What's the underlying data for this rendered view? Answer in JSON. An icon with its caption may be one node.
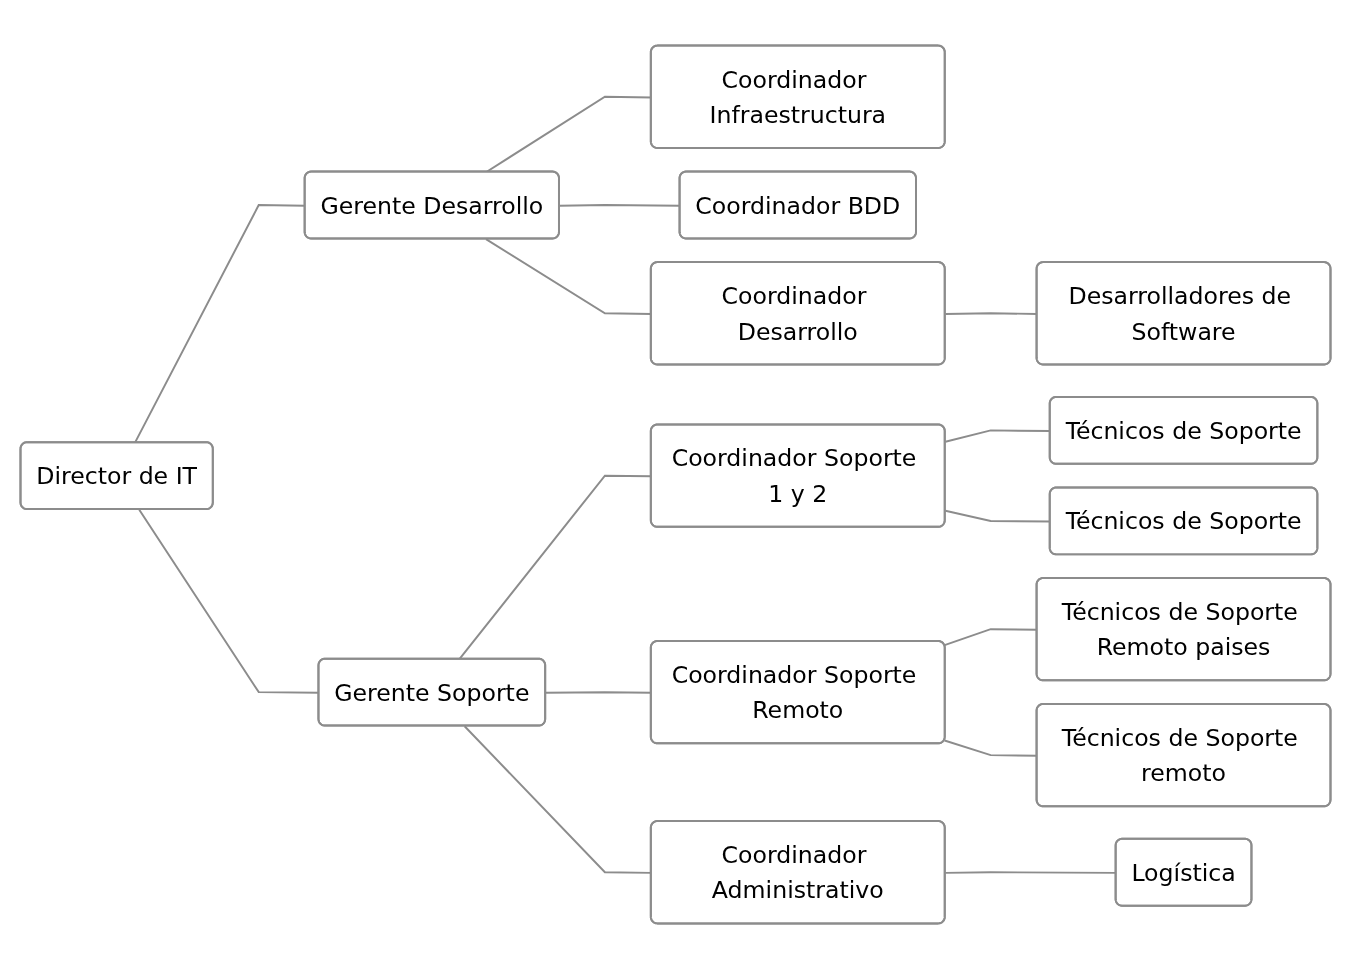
{
  "diagram": {
    "nodes": [
      {
        "text": [
          "Director de IT"
        ]
      },
      {
        "text": [
          "Gerente Desarrollo"
        ]
      },
      {
        "text": [
          "Coordinador Infraestructura"
        ]
      },
      {
        "text": [
          "Coordinador BDD"
        ]
      },
      {
        "text": [
          "Coordinador Desarrollo"
        ]
      },
      {
        "text": [
          "Desarrolladores de Software"
        ]
      },
      {
        "text": [
          "Gerente Soporte"
        ]
      },
      {
        "text": [
          "Coordinador Soporte 1 y 2"
        ]
      },
      {
        "text": [
          "Técnicos de Soporte"
        ]
      },
      {
        "text": [
          "Técnicos de Soporte"
        ]
      },
      {
        "text": [
          "Coordinador Soporte Remoto"
        ]
      },
      {
        "text": [
          "Técnicos de Soporte Remoto paises"
        ]
      },
      {
        "text": [
          "Técnicos de Soporte remoto"
        ]
      },
      {
        "text": [
          "Coordinador Administrativo"
        ]
      },
      {
        "text": [
          "Logística"
        ]
      }
    ],
    "edges": [
      {
        "from": 0,
        "to": 1,
        "arrow": "none"
      },
      {
        "from": 0,
        "to": 6,
        "arrow": "none"
      },
      {
        "from": 1,
        "to": 2,
        "arrow": "none"
      },
      {
        "from": 1,
        "to": 3,
        "arrow": "none"
      },
      {
        "from": 1,
        "to": 4,
        "arrow": "none"
      },
      {
        "from": 4,
        "to": 5,
        "arrow": "none"
      },
      {
        "from": 6,
        "to": 7,
        "arrow": "none"
      },
      {
        "from": 6,
        "to": 10,
        "arrow": "none"
      },
      {
        "from": 6,
        "to": 13,
        "arrow": "none"
      },
      {
        "from": 7,
        "to": 8,
        "arrow": "none"
      },
      {
        "from": 7,
        "to": 9,
        "arrow": "none"
      },
      {
        "from": 10,
        "to": 11,
        "arrow": "none"
      },
      {
        "from": 10,
        "to": 12,
        "arrow": "none"
      },
      {
        "from": 13,
        "to": 14,
        "arrow": "none"
      }
    ]
  }
}
